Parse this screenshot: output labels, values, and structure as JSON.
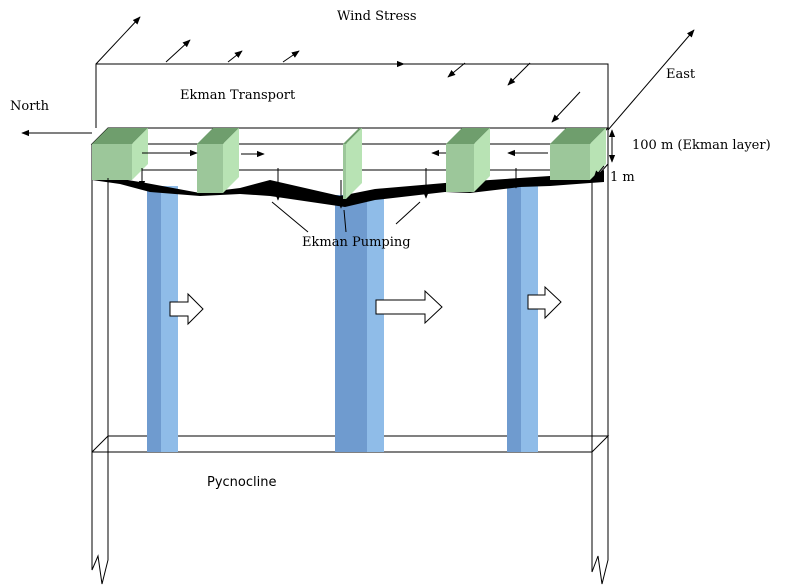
{
  "diagram": {
    "labels": {
      "wind_stress": "Wind Stress",
      "north": "North",
      "east": "East",
      "ekman_transport": "Ekman Transport",
      "ekman_layer": "100 m (Ekman layer)",
      "one_m": "1 m",
      "ekman_pumping": "Ekman Pumping",
      "pycnocline": "Pycnocline"
    },
    "colors": {
      "green_front": "#9cc79a",
      "green_side": "#b8e3b4",
      "green_top": "#6f9e6d",
      "blue_dark": "#6f9bcf",
      "blue_light": "#8fbce8",
      "black_layer": "#000000",
      "line": "#000000"
    }
  }
}
